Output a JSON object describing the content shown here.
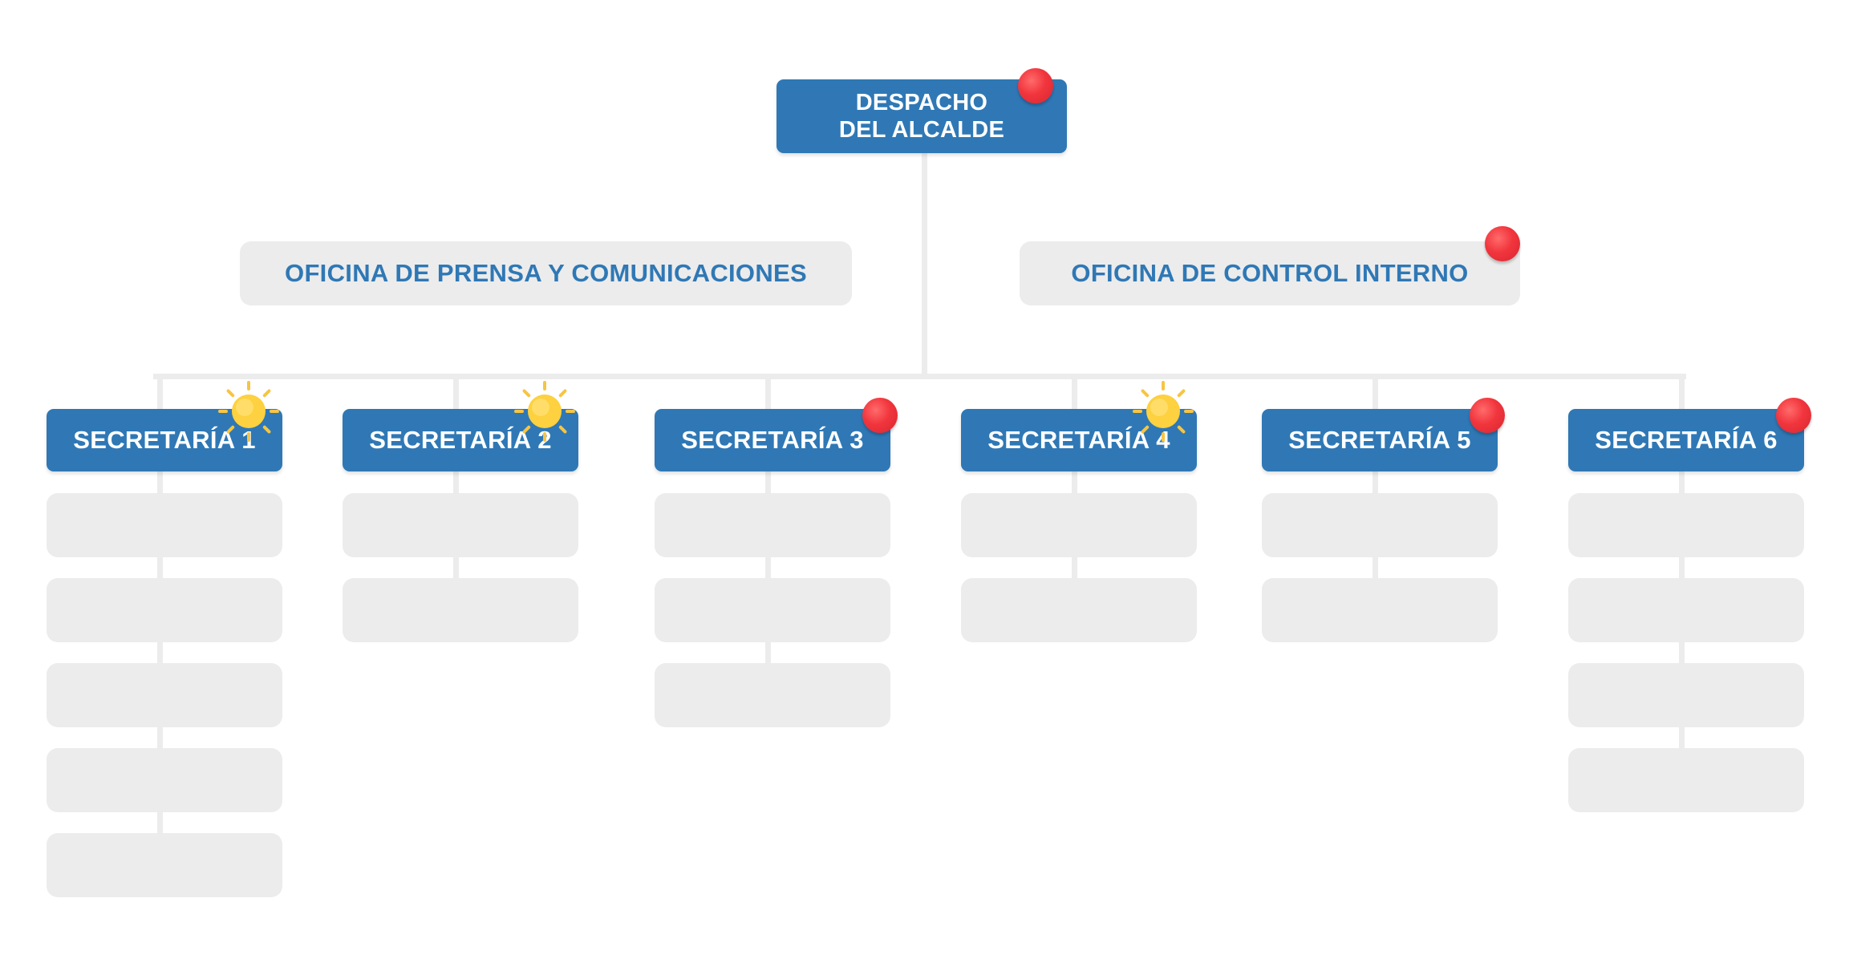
{
  "top": {
    "line1": "DESPACHO",
    "line2": "DEL ALCALDE",
    "marker": "red-pin-icon"
  },
  "offices": [
    {
      "label": "OFICINA DE PRENSA Y COMUNICACIONES",
      "marker": ""
    },
    {
      "label": "OFICINA DE CONTROL INTERNO",
      "marker": "red-pin-icon"
    }
  ],
  "secretarias": [
    {
      "label": "SECRETARÍA 1",
      "marker": "sun-icon",
      "subunits": 5
    },
    {
      "label": "SECRETARÍA 2",
      "marker": "sun-icon",
      "subunits": 2
    },
    {
      "label": "SECRETARÍA 3",
      "marker": "red-pin-icon",
      "subunits": 3
    },
    {
      "label": "SECRETARÍA 4",
      "marker": "sun-icon",
      "subunits": 2
    },
    {
      "label": "SECRETARÍA 5",
      "marker": "red-pin-icon",
      "subunits": 2
    },
    {
      "label": "SECRETARÍA 6",
      "marker": "red-pin-icon",
      "subunits": 4
    }
  ],
  "colors": {
    "primary_blue": "#2f78b5",
    "box_grey": "#ececec",
    "connector": "#ececec",
    "pin_red": "#f1353d",
    "sun_yellow": "#fdd13f"
  }
}
